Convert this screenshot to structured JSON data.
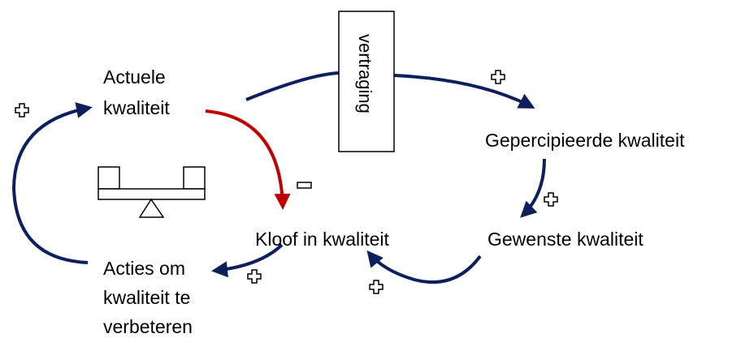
{
  "nodes": {
    "actuele_line1": "Actuele",
    "actuele_line2": "kwaliteit",
    "gepercipieerde": "Gepercipieerde kwaliteit",
    "gewenste": "Gewenste kwaliteit",
    "kloof": "Kloof in kwaliteit",
    "acties_line1": "Acties om",
    "acties_line2": "kwaliteit te",
    "acties_line3": "verbeteren"
  },
  "delay_box": {
    "label": "vertraging"
  },
  "polarities": {
    "actuele_to_gepercipieerde": "positive",
    "gepercipieerde_to_gewenste": "positive",
    "gewenste_to_kloof": "positive",
    "actuele_to_kloof": "negative",
    "kloof_to_acties": "positive",
    "acties_to_actuele": "positive"
  },
  "colors": {
    "positive_link": "#0d1f5c",
    "negative_link": "#c00000",
    "text": "#000000"
  },
  "loop_icon": "balance-scale-icon"
}
